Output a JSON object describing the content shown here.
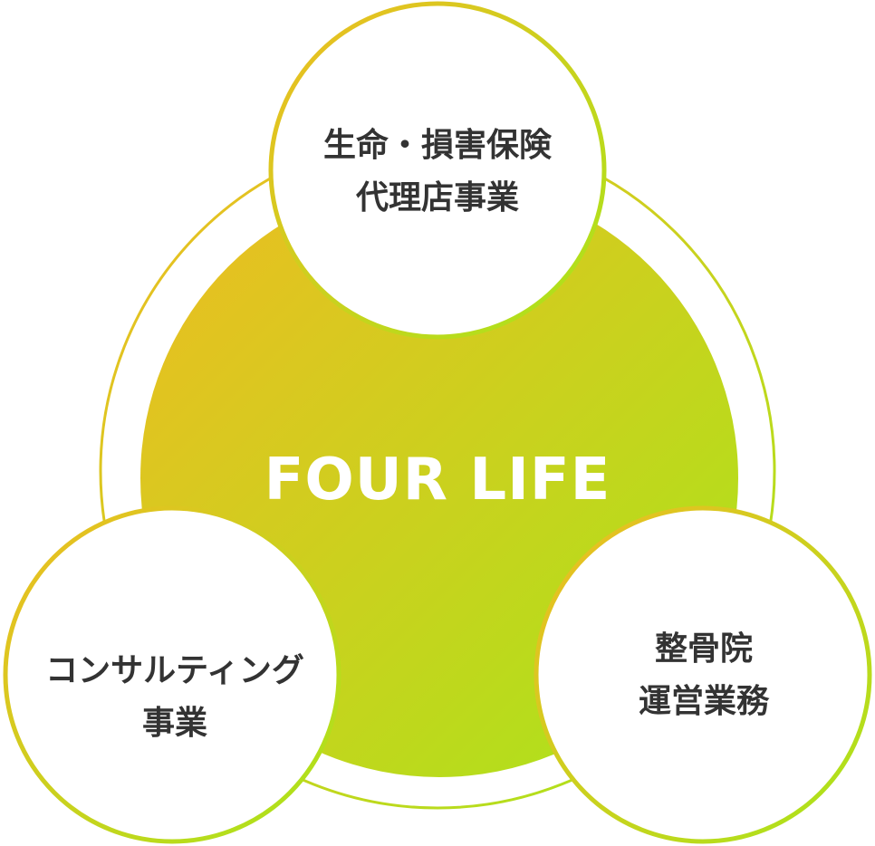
{
  "center": {
    "label": "FOUR LIFE"
  },
  "nodes": {
    "top": {
      "line1": "生命・損害保険",
      "line2": "代理店事業"
    },
    "left": {
      "line1": "コンサルティング",
      "line2": "事業"
    },
    "right": {
      "line1": "整骨院",
      "line2": "運営業務"
    }
  },
  "colors": {
    "gradient_start": "#EEBC22",
    "gradient_end": "#A8E51A",
    "text_dark": "#333333",
    "text_light": "#FFFFFF"
  }
}
